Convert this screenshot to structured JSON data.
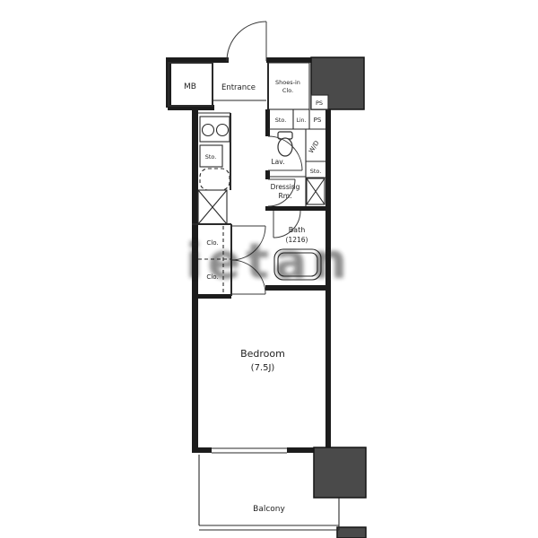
{
  "plan": {
    "labels": {
      "mb": "MB",
      "entrance": "Entrance",
      "shoes_1": "Shoes-in",
      "shoes_2": "Clo.",
      "ps_upper": "PS",
      "ps_lower": "PS",
      "sto_fixture_row": "Sto.",
      "lin": "Lin.",
      "lav": "Lav.",
      "wd": "W/D",
      "sto_right": "Sto.",
      "dressing_1": "Dressing",
      "dressing_2": "Rm.",
      "bath_1": "Bath",
      "bath_2": "(1216)",
      "sto_kitchen": "Sto.",
      "clo_upper": "Clo.",
      "clo_lower": "Clo.",
      "bedroom_1": "Bedroom",
      "bedroom_2": "(7.5J)",
      "balcony": "Balcony"
    },
    "watermark": "ietan",
    "colors": {
      "wall": "#1c1c1c",
      "structure_fill": "#4a4a4a",
      "line": "#2a2a2a",
      "watermark_fill": "#bdbdbd"
    }
  }
}
